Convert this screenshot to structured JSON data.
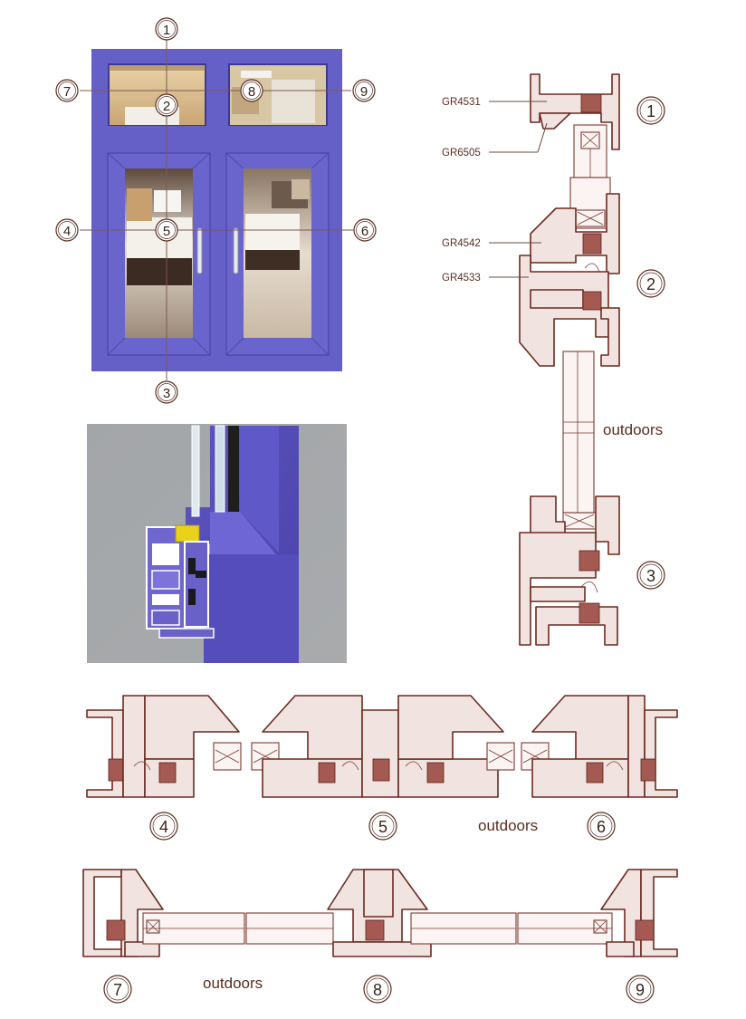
{
  "callout_numbers": [
    "1",
    "2",
    "3",
    "4",
    "5",
    "6",
    "7",
    "8",
    "9"
  ],
  "profile_codes": {
    "top_frame": "GR4531",
    "glazing_bead": "GR6505",
    "sash": "GR4542",
    "frame": "GR4533"
  },
  "outdoors_label": "outdoors",
  "colors": {
    "frame_purple": "#6560c8",
    "profile_outline": "#6b2a21",
    "profile_fill": "#f1e4e0",
    "gasket": "#a45a52",
    "photo_background": "#a7a9ab",
    "insulating_strip": "#e8d21a"
  },
  "icons": {
    "window_handle": "handle-icon",
    "callout": "numbered-circle-icon"
  }
}
